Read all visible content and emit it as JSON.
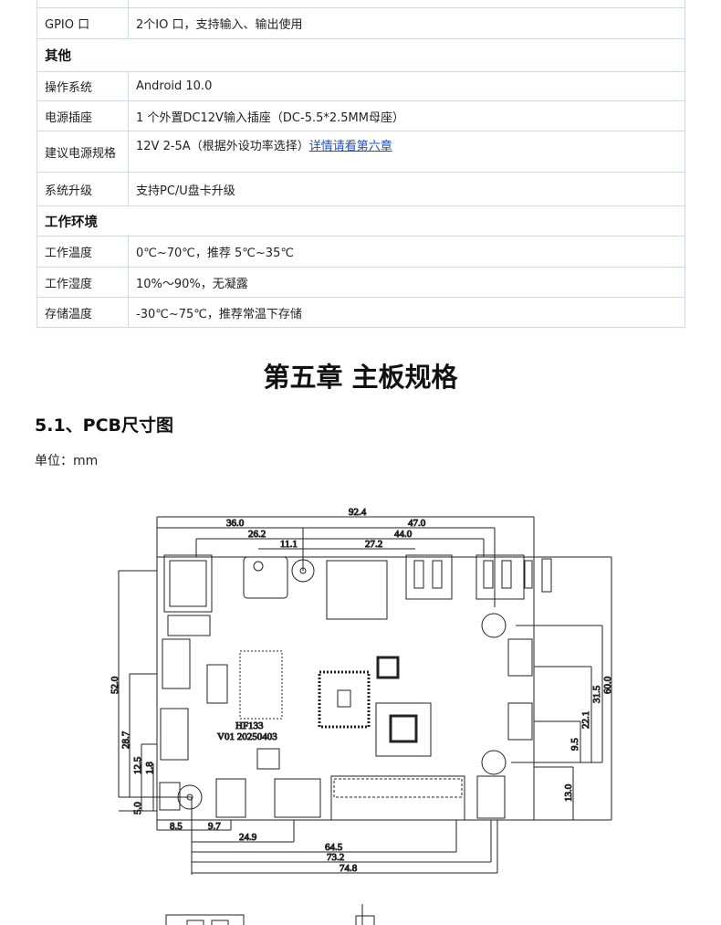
{
  "table": {
    "rows": [
      {
        "label": "",
        "value": ""
      },
      {
        "label": "GPIO 口",
        "value": "2个IO 口，支持输入、输出使用"
      },
      {
        "section": "其他"
      },
      {
        "label": "操作系统",
        "value": "Android 10.0"
      },
      {
        "label": "电源插座",
        "value": "1 个外置DC12V输入插座（DC-5.5*2.5MM母座）"
      },
      {
        "label": "建议电源规格",
        "value": "12V 2-5A（根据外设功率选择）",
        "link": "详情请看第六章"
      },
      {
        "label": "系统升级",
        "value": "支持PC/U盘卡升级"
      },
      {
        "section": "工作环境"
      },
      {
        "label": "工作温度",
        "value": "0℃~70℃，推荐 5℃~35℃"
      },
      {
        "label": "工作湿度",
        "value": "10%～90%，无凝露"
      },
      {
        "label": "存储温度",
        "value": "-30℃~75℃，推荐常温下存储"
      }
    ]
  },
  "chapter_title": "第五章 主板规格",
  "section_title": "5.1、PCB尺寸图",
  "unit_label": "单位：mm",
  "pcb": {
    "board_name": "HF133",
    "board_version": "V01 20250403",
    "dims": {
      "w924": "92.4",
      "w360": "36.0",
      "w470": "47.0",
      "w262": "26.2",
      "w440": "44.0",
      "w111": "11.1",
      "w272": "27.2",
      "h520": "52.0",
      "h287": "28.7",
      "h125": "12.5",
      "h18": "1.8",
      "h50": "5.0",
      "h600": "60.0",
      "h315": "31.5",
      "h221": "22.1",
      "h95": "9.5",
      "h130": "13.0",
      "b85": "8.5",
      "b97": "9.7",
      "b249": "24.9",
      "b645": "64.5",
      "b732": "73.2",
      "b748": "74.8"
    }
  }
}
